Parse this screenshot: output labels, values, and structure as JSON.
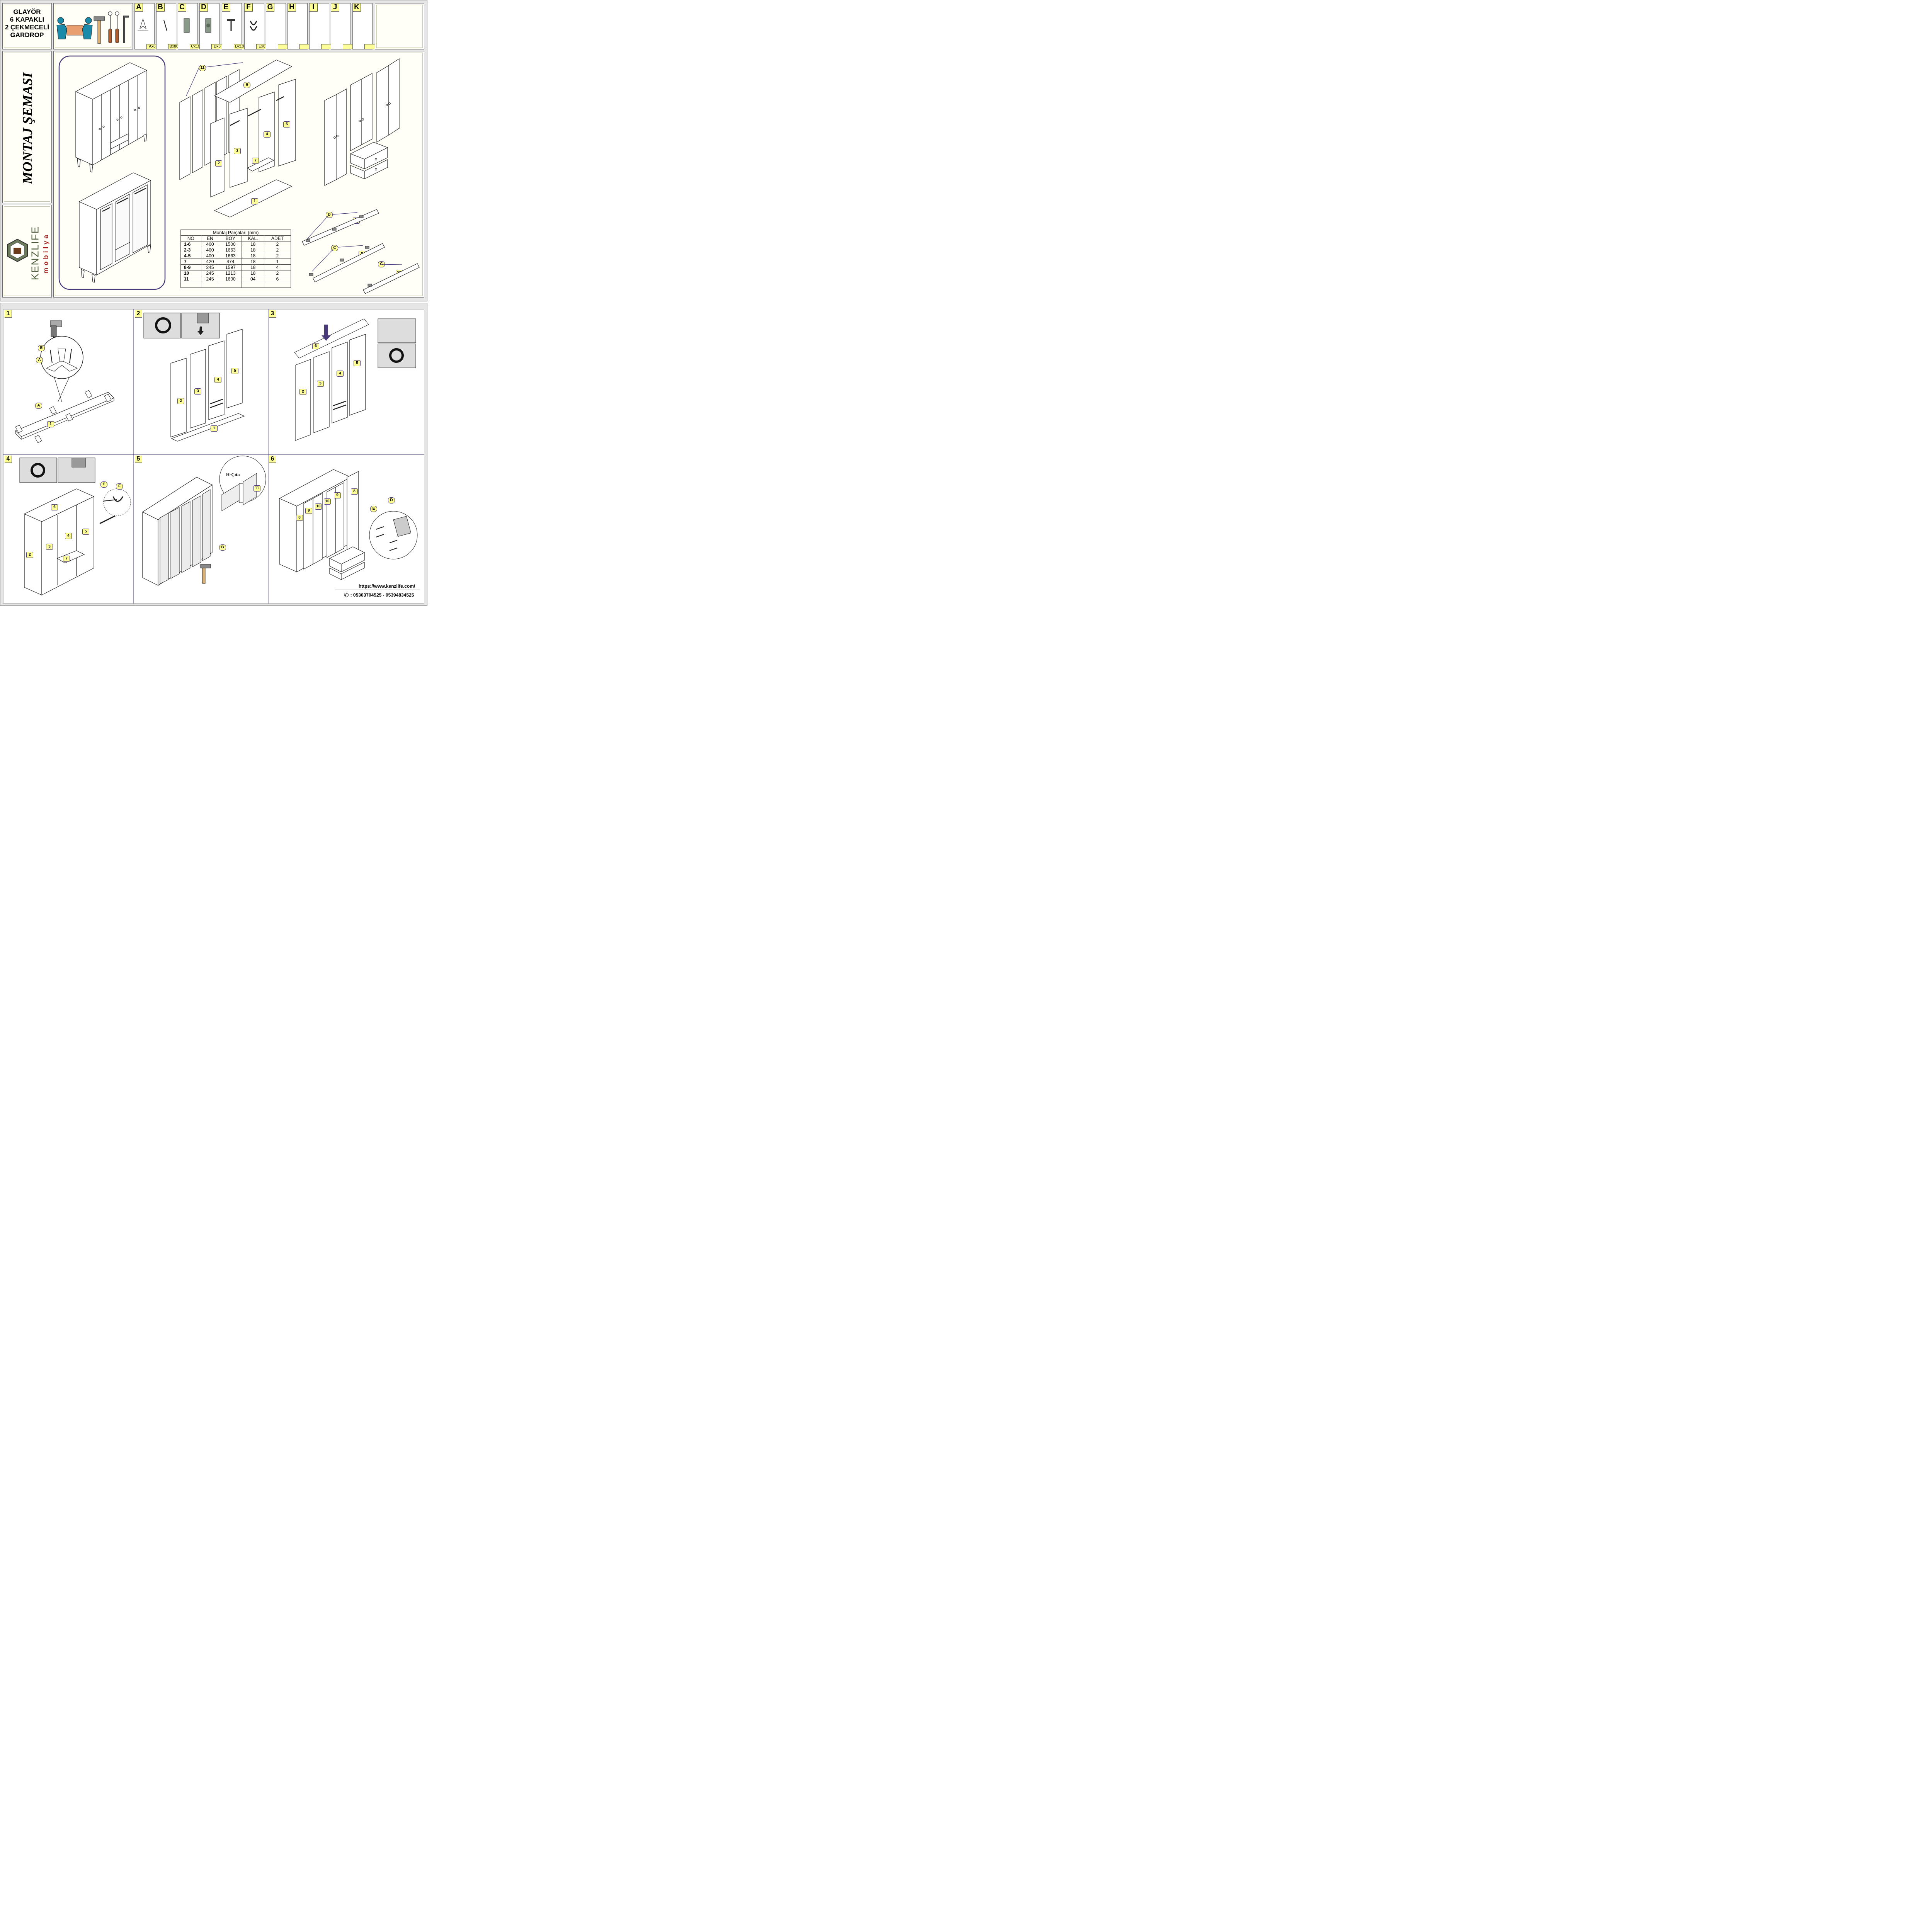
{
  "title": {
    "line1": "GLAYÖR",
    "line2": "6 KAPAKLI",
    "line3": "2 ÇEKMECELİ",
    "line4": "GARDROP"
  },
  "side_title": "MONTAJ ŞEMASI",
  "brand": {
    "name": "KENZLIFE",
    "sub": "mobilya"
  },
  "hardware": [
    {
      "letter": "A",
      "qty": "Ax6"
    },
    {
      "letter": "B",
      "qty": "Bx80"
    },
    {
      "letter": "C",
      "qty": "Cx10"
    },
    {
      "letter": "D",
      "qty": "Dx6"
    },
    {
      "letter": "E",
      "qty": "Dx100"
    },
    {
      "letter": "F",
      "qty": "Ex6"
    },
    {
      "letter": "G",
      "qty": ""
    },
    {
      "letter": "H",
      "qty": ""
    },
    {
      "letter": "I",
      "qty": ""
    },
    {
      "letter": "J",
      "qty": ""
    },
    {
      "letter": "K",
      "qty": ""
    }
  ],
  "parts_table": {
    "caption": "Montaj Parçaları (mm)",
    "headers": [
      "NO",
      "EN",
      "BOY",
      "KAL.",
      "ADET"
    ],
    "rows": [
      [
        "1-6",
        "400",
        "1500",
        "18",
        "2"
      ],
      [
        "2-3",
        "400",
        "1663",
        "18",
        "2"
      ],
      [
        "4-5",
        "400",
        "1663",
        "18",
        "2"
      ],
      [
        "7",
        "420",
        "474",
        "18",
        "1"
      ],
      [
        "8-9",
        "245",
        "1597",
        "18",
        "4"
      ],
      [
        "10",
        "245",
        "1213",
        "18",
        "2"
      ],
      [
        "11",
        "245",
        "1600",
        "04",
        "6"
      ]
    ]
  },
  "schema_labels": {
    "p1": "1",
    "p2": "2",
    "p3": "3",
    "p4": "4",
    "p5": "5",
    "p6": "6",
    "p7": "7",
    "p8": "8",
    "p9": "9",
    "p10": "10",
    "p11": "11",
    "d": "D",
    "c": "C"
  },
  "steps": [
    {
      "num": "1"
    },
    {
      "num": "2"
    },
    {
      "num": "3"
    },
    {
      "num": "4"
    },
    {
      "num": "5"
    },
    {
      "num": "6"
    }
  ],
  "step_labels": {
    "a": "A",
    "b": "B",
    "d": "D",
    "e": "E",
    "f": "F",
    "h_cita": "H-Çıta"
  },
  "contact": {
    "url": "https://www.kenzlife.com/",
    "phone": ": 05303704525 - 05394834525"
  },
  "colors": {
    "accent_purple": "#4a3a7a",
    "label_yellow": "#ffff99",
    "frame_grey": "#e6e6e6"
  }
}
